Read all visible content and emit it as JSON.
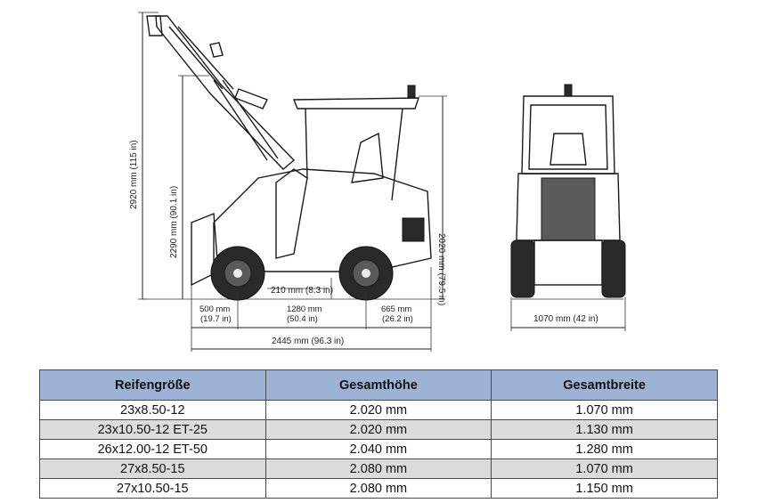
{
  "dimensions": {
    "total_height": "2920 mm (115 in)",
    "lift_height": "2290 mm (90.1 in)",
    "cab_height": "2020 mm (79.5 in)",
    "ground_clearance": "210 mm (8.3 in)",
    "front_overhang_mm": "500 mm",
    "front_overhang_in": "(19.7 in)",
    "wheelbase_mm": "1280 mm",
    "wheelbase_in": "(50.4 in)",
    "rear_overhang_mm": "665 mm",
    "rear_overhang_in": "(26.2 in)",
    "total_length": "2445 mm (96.3 in)",
    "width": "1070 mm (42 in)"
  },
  "table": {
    "headers": [
      "Reifengröße",
      "Gesamthöhe",
      "Gesamtbreite"
    ],
    "rows": [
      [
        "23x8.50-12",
        "2.020 mm",
        "1.070 mm"
      ],
      [
        "23x10.50-12 ET-25",
        "2.020 mm",
        "1.130 mm"
      ],
      [
        "26x12.00-12 ET-50",
        "2.040 mm",
        "1.280 mm"
      ],
      [
        "27x8.50-15",
        "2.080 mm",
        "1.070 mm"
      ],
      [
        "27x10.50-15",
        "2.080 mm",
        "1.150 mm"
      ]
    ],
    "header_color": "#9db3d6",
    "stripe_color": "#dcdcdc"
  }
}
